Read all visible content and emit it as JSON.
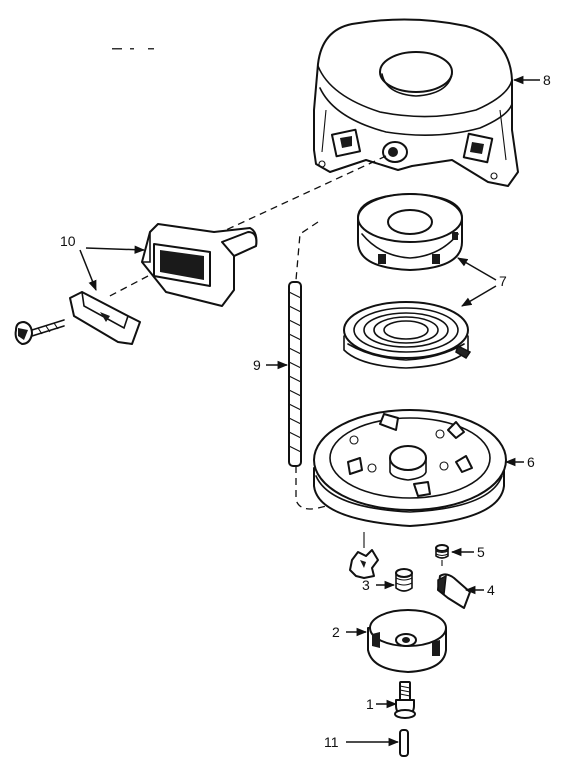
{
  "callouts": {
    "c1": "1",
    "c2": "2",
    "c3": "3",
    "c4": "4",
    "c5": "5",
    "c6": "6",
    "c7": "7",
    "c8": "8",
    "c9": "9",
    "c10": "10",
    "c11": "11"
  },
  "line_color": "#111111",
  "background": "#ffffff"
}
